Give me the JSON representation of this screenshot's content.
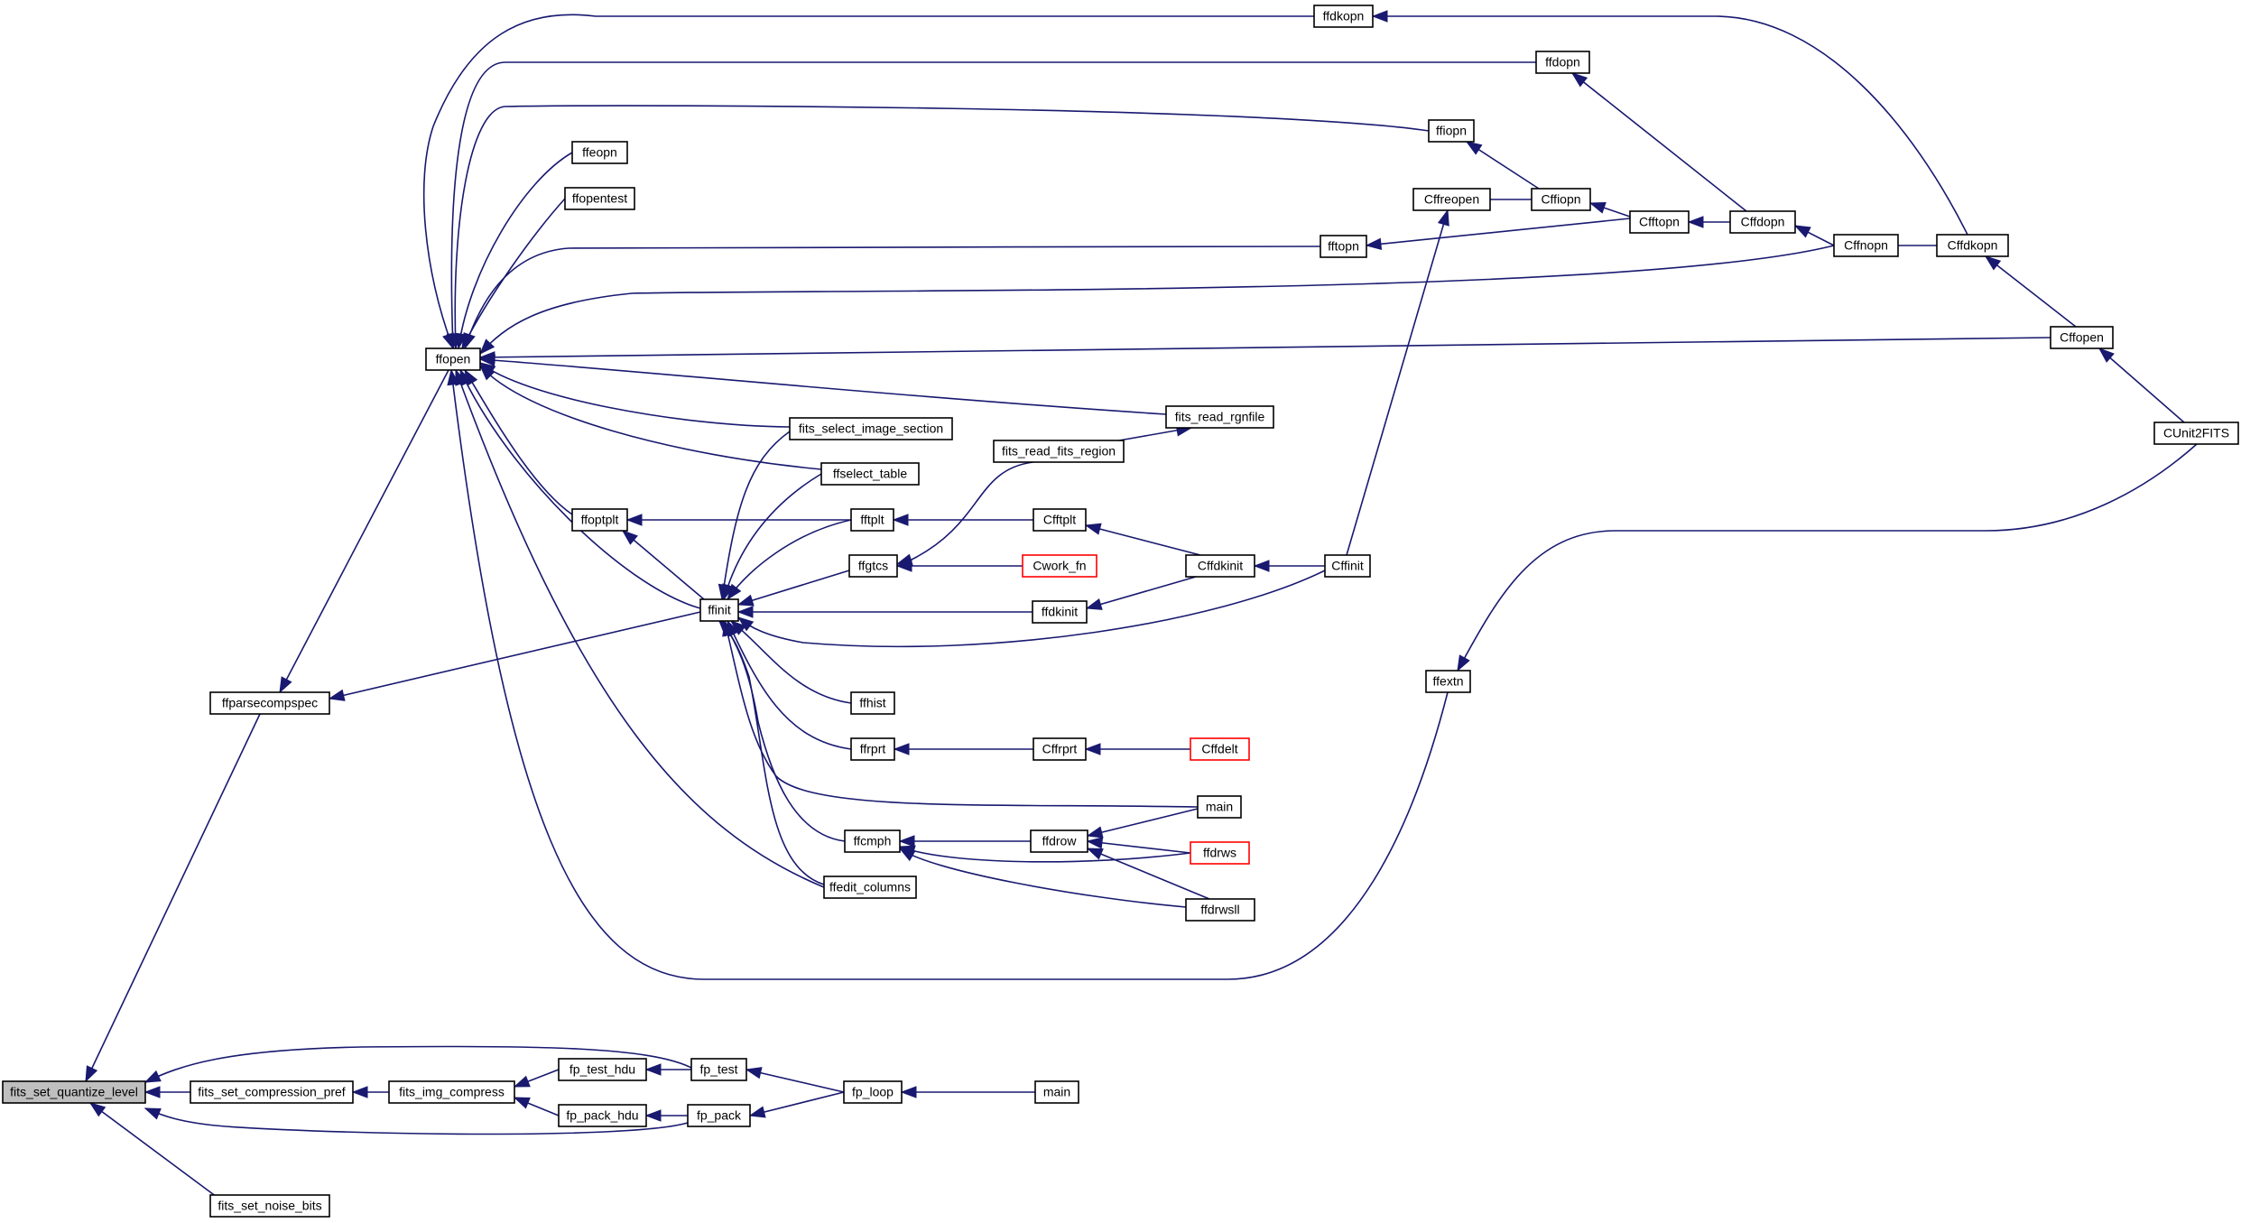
{
  "graph": {
    "direction": "caller",
    "colors": {
      "edge": "#191970",
      "node_border": "#000000",
      "truncated_border": "#ff0000",
      "root_fill": "#bfbfbf"
    },
    "nodes": [
      {
        "id": "fits_set_quantize_level",
        "label": "fits_set_quantize_level",
        "style": "root"
      },
      {
        "id": "fits_set_compression_pref",
        "label": "fits_set_compression_pref"
      },
      {
        "id": "fits_set_noise_bits",
        "label": "fits_set_noise_bits"
      },
      {
        "id": "ffparsecompspec",
        "label": "ffparsecompspec"
      },
      {
        "id": "fits_img_compress",
        "label": "fits_img_compress"
      },
      {
        "id": "fp_test_hdu",
        "label": "fp_test_hdu"
      },
      {
        "id": "fp_pack_hdu",
        "label": "fp_pack_hdu"
      },
      {
        "id": "fp_test",
        "label": "fp_test"
      },
      {
        "id": "fp_pack",
        "label": "fp_pack"
      },
      {
        "id": "fp_loop",
        "label": "fp_loop"
      },
      {
        "id": "main_fp",
        "label": "main"
      },
      {
        "id": "ffopen",
        "label": "ffopen"
      },
      {
        "id": "ffeopn",
        "label": "ffeopn"
      },
      {
        "id": "ffopentest",
        "label": "ffopentest"
      },
      {
        "id": "ffoptplt",
        "label": "ffoptplt"
      },
      {
        "id": "ffinit",
        "label": "ffinit"
      },
      {
        "id": "ffdkopn",
        "label": "ffdkopn"
      },
      {
        "id": "ffdopn",
        "label": "ffdopn"
      },
      {
        "id": "ffiopn",
        "label": "ffiopn"
      },
      {
        "id": "fftopn",
        "label": "fftopn"
      },
      {
        "id": "Cffreopen",
        "label": "Cffreopen"
      },
      {
        "id": "Cffiopn",
        "label": "Cffiopn"
      },
      {
        "id": "Cfftopn",
        "label": "Cfftopn"
      },
      {
        "id": "Cffdopn",
        "label": "Cffdopn"
      },
      {
        "id": "Cffnopn",
        "label": "Cffnopn"
      },
      {
        "id": "Cffdkopn",
        "label": "Cffdkopn"
      },
      {
        "id": "Cffopen",
        "label": "Cffopen"
      },
      {
        "id": "CUnit2FITS",
        "label": "CUnit2FITS"
      },
      {
        "id": "fits_select_image_section",
        "label": "fits_select_image_section"
      },
      {
        "id": "ffselect_table",
        "label": "ffselect_table"
      },
      {
        "id": "fits_read_rgnfile",
        "label": "fits_read_rgnfile"
      },
      {
        "id": "fits_read_fits_region",
        "label": "fits_read_fits_region"
      },
      {
        "id": "fftplt",
        "label": "fftplt"
      },
      {
        "id": "Cfftplt",
        "label": "Cfftplt"
      },
      {
        "id": "ffgtcs",
        "label": "ffgtcs"
      },
      {
        "id": "Cwork_fn",
        "label": "Cwork_fn",
        "style": "red"
      },
      {
        "id": "Cffdkinit",
        "label": "Cffdkinit"
      },
      {
        "id": "Cffinit",
        "label": "Cffinit"
      },
      {
        "id": "ffdkinit",
        "label": "ffdkinit"
      },
      {
        "id": "ffextn",
        "label": "ffextn"
      },
      {
        "id": "ffhist",
        "label": "ffhist"
      },
      {
        "id": "ffrprt",
        "label": "ffrprt"
      },
      {
        "id": "Cffrprt",
        "label": "Cffrprt"
      },
      {
        "id": "Cffdelt",
        "label": "Cffdelt",
        "style": "red"
      },
      {
        "id": "main_ffinit",
        "label": "main"
      },
      {
        "id": "ffcmph",
        "label": "ffcmph"
      },
      {
        "id": "ffdrow",
        "label": "ffdrow"
      },
      {
        "id": "ffdrws",
        "label": "ffdrws",
        "style": "red"
      },
      {
        "id": "ffdrwsll",
        "label": "ffdrwsll"
      },
      {
        "id": "ffedit_columns",
        "label": "ffedit_columns"
      }
    ],
    "edges": [
      [
        "fits_set_compression_pref",
        "fits_set_quantize_level"
      ],
      [
        "fits_set_noise_bits",
        "fits_set_quantize_level"
      ],
      [
        "ffparsecompspec",
        "fits_set_quantize_level"
      ],
      [
        "fp_test",
        "fits_set_quantize_level"
      ],
      [
        "fp_pack",
        "fits_set_quantize_level"
      ],
      [
        "fits_img_compress",
        "fits_set_compression_pref"
      ],
      [
        "fp_test_hdu",
        "fits_img_compress"
      ],
      [
        "fp_pack_hdu",
        "fits_img_compress"
      ],
      [
        "fp_test",
        "fp_test_hdu"
      ],
      [
        "fp_pack",
        "fp_pack_hdu"
      ],
      [
        "fp_loop",
        "fp_test"
      ],
      [
        "fp_loop",
        "fp_pack"
      ],
      [
        "main_fp",
        "fp_loop"
      ],
      [
        "ffopen",
        "ffparsecompspec"
      ],
      [
        "ffinit",
        "ffparsecompspec"
      ],
      [
        "ffdkopn",
        "ffopen"
      ],
      [
        "ffdopn",
        "ffopen"
      ],
      [
        "ffiopn",
        "ffopen"
      ],
      [
        "ffeopn",
        "ffopen"
      ],
      [
        "ffopentest",
        "ffopen"
      ],
      [
        "fftopn",
        "ffopen"
      ],
      [
        "Cffnopn",
        "ffopen"
      ],
      [
        "Cffopen",
        "ffopen"
      ],
      [
        "fits_read_rgnfile",
        "ffopen"
      ],
      [
        "fits_select_image_section",
        "ffopen"
      ],
      [
        "ffselect_table",
        "ffopen"
      ],
      [
        "ffoptplt",
        "ffopen"
      ],
      [
        "ffinit",
        "ffopen"
      ],
      [
        "ffedit_columns",
        "ffopen"
      ],
      [
        "ffextn",
        "ffopen"
      ],
      [
        "Cffdkopn",
        "ffdkopn"
      ],
      [
        "Cffdopn",
        "ffdopn"
      ],
      [
        "Cffiopn",
        "ffiopn"
      ],
      [
        "Cffiopn",
        "Cffreopen"
      ],
      [
        "Cfftopn",
        "Cffiopn"
      ],
      [
        "Cffdopn",
        "Cfftopn"
      ],
      [
        "Cffnopn",
        "Cffdopn"
      ],
      [
        "Cffdkopn",
        "Cffnopn"
      ],
      [
        "Cfftopn",
        "fftopn"
      ],
      [
        "Cffopen",
        "Cffdkopn"
      ],
      [
        "CUnit2FITS",
        "Cffopen"
      ],
      [
        "Cffinit",
        "Cffreopen"
      ],
      [
        "fits_read_fits_region",
        "fits_read_rgnfile"
      ],
      [
        "fftplt",
        "ffoptplt"
      ],
      [
        "ffinit",
        "ffoptplt"
      ],
      [
        "fits_select_image_section",
        "ffinit"
      ],
      [
        "ffselect_table",
        "ffinit"
      ],
      [
        "fftplt",
        "ffinit"
      ],
      [
        "ffgtcs",
        "ffinit"
      ],
      [
        "ffdkinit",
        "ffinit"
      ],
      [
        "Cffinit",
        "ffinit"
      ],
      [
        "ffhist",
        "ffinit"
      ],
      [
        "ffrprt",
        "ffinit"
      ],
      [
        "main_ffinit",
        "ffinit"
      ],
      [
        "ffcmph",
        "ffinit"
      ],
      [
        "ffedit_columns",
        "ffinit"
      ],
      [
        "Cfftplt",
        "fftplt"
      ],
      [
        "fits_read_fits_region",
        "ffgtcs"
      ],
      [
        "Cwork_fn",
        "ffgtcs"
      ],
      [
        "Cffdkinit",
        "Cfftplt"
      ],
      [
        "Cffdkinit",
        "ffdkinit"
      ],
      [
        "Cffinit",
        "Cffdkinit"
      ],
      [
        "CUnit2FITS",
        "ffextn"
      ],
      [
        "Cffrprt",
        "ffrprt"
      ],
      [
        "Cffdelt",
        "Cffrprt"
      ],
      [
        "ffdrow",
        "ffcmph"
      ],
      [
        "ffdrws",
        "ffcmph"
      ],
      [
        "ffdrwsll",
        "ffcmph"
      ],
      [
        "main_ffinit",
        "ffdrow"
      ],
      [
        "ffdrws",
        "ffdrow"
      ],
      [
        "ffdrwsll",
        "ffdrow"
      ]
    ]
  }
}
